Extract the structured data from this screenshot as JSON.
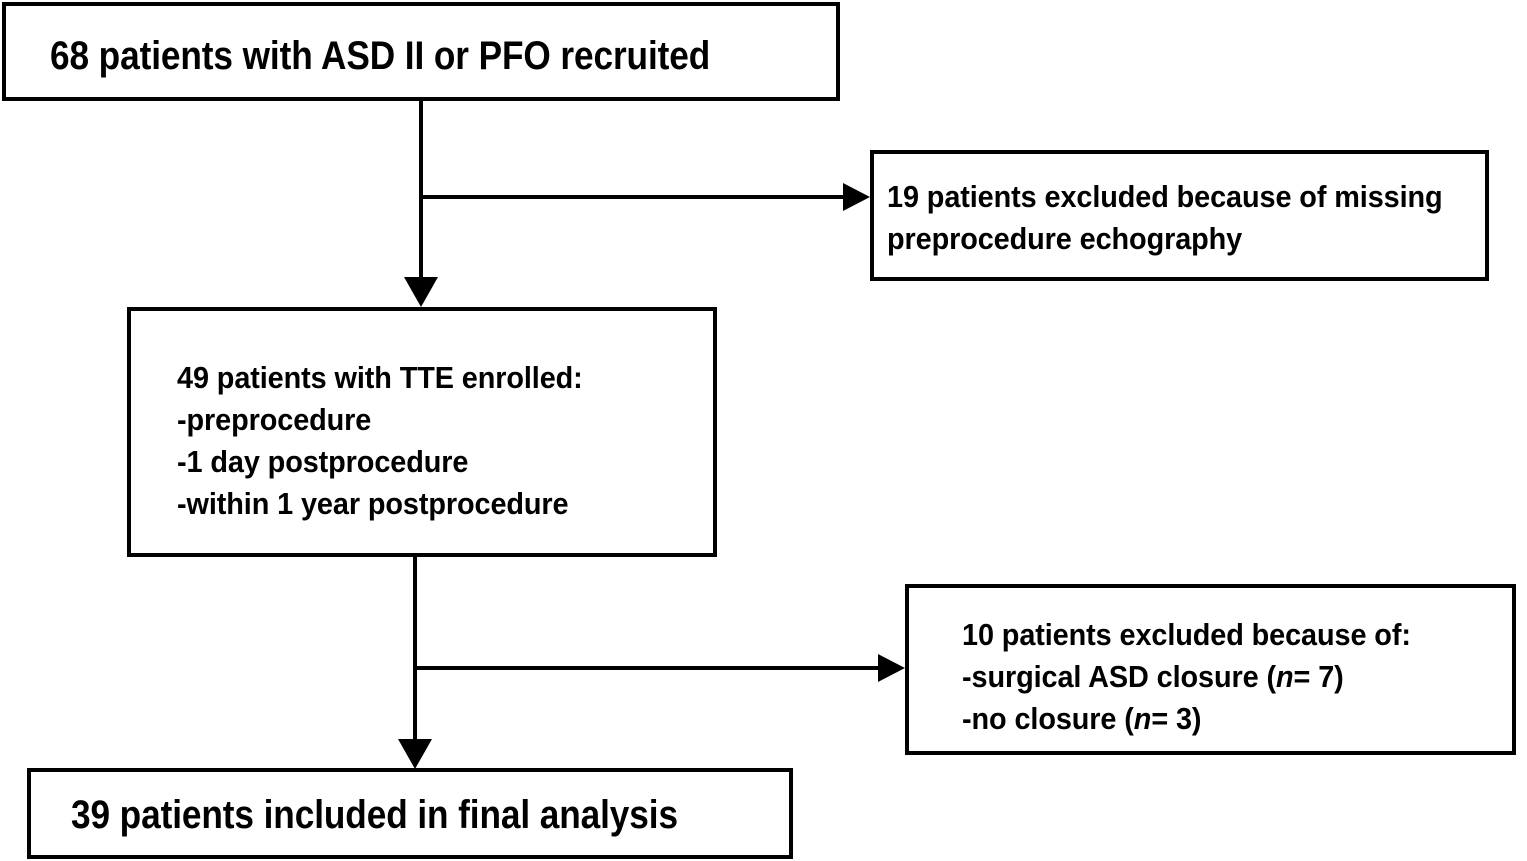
{
  "diagram": {
    "type": "flowchart",
    "title": "Patient enrollment flow diagram",
    "colors": {
      "stroke": "#000000",
      "fill": "#ffffff",
      "text": "#000000"
    },
    "nodes": [
      {
        "id": "recruited",
        "text": "68 patients with ASD II or PFO recruited",
        "lines": [
          "68 patients with ASD II or PFO recruited"
        ],
        "count": 68
      },
      {
        "id": "excluded-missing-echo",
        "text": "19 patients excluded because of missing preprocedure echography",
        "lines": [
          "19 patients excluded because of missing",
          "preprocedure echography"
        ],
        "count": 19
      },
      {
        "id": "enrolled-tte",
        "text": "49 patients with TTE enrolled: -preprocedure -1 day postprocedure -within 1 year postprocedure",
        "lines": [
          "49 patients with TTE enrolled:",
          "-preprocedure",
          "-1 day postprocedure",
          "-within 1 year postprocedure"
        ],
        "count": 49
      },
      {
        "id": "excluded-closure",
        "text": "10 patients excluded because of: -surgical ASD closure (n= 7) -no closure (n= 3)",
        "lines": [
          "10 patients excluded because of:",
          "-surgical ASD closure (n= 7)",
          "-no closure (n= 3)"
        ],
        "line1": "10 patients excluded because of:",
        "line2_a": "-surgical ASD closure (",
        "line2_n": "n",
        "line2_b": "= 7)",
        "line3_a": "-no closure (",
        "line3_n": "n",
        "line3_b": "= 3)",
        "count": 10
      },
      {
        "id": "final-analysis",
        "text": "39 patients included in final analysis",
        "lines": [
          "39 patients included in final analysis"
        ],
        "count": 39
      }
    ],
    "edges": [
      {
        "id": "recruited-to-enrolled",
        "from": "recruited",
        "to": "enrolled-tte",
        "kind": "vertical-arrow"
      },
      {
        "id": "recruited-to-excluded",
        "from": "recruited",
        "to": "excluded-missing-echo",
        "kind": "branch-arrow-right"
      },
      {
        "id": "enrolled-to-final",
        "from": "enrolled-tte",
        "to": "final-analysis",
        "kind": "vertical-arrow"
      },
      {
        "id": "enrolled-to-excluded",
        "from": "enrolled-tte",
        "to": "excluded-closure",
        "kind": "branch-arrow-right"
      }
    ]
  }
}
